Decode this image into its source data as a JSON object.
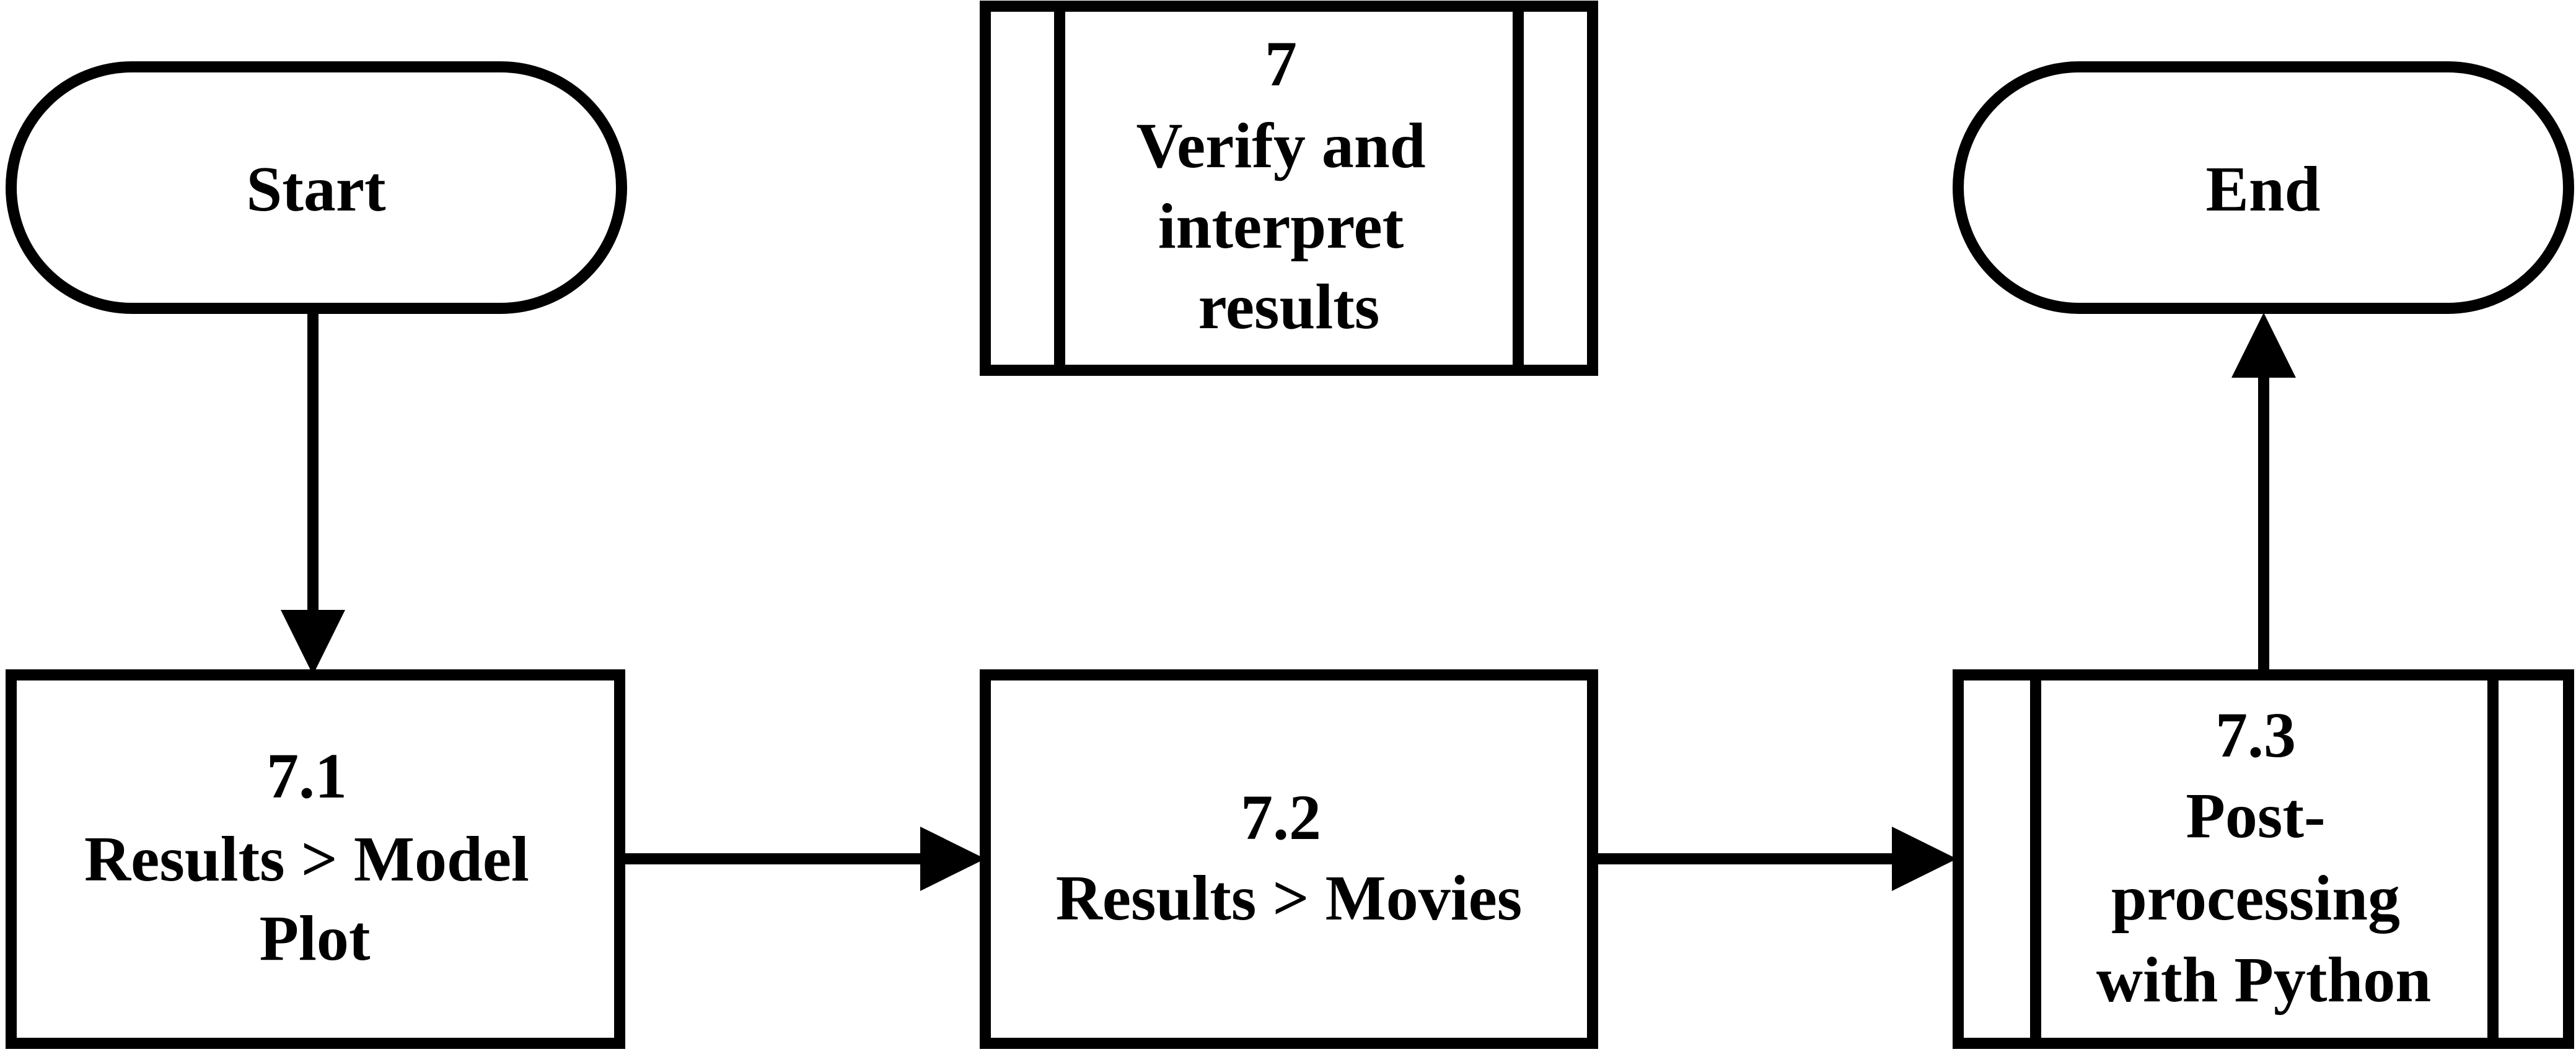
{
  "nodes": {
    "start": {
      "lines": [
        "Start"
      ]
    },
    "end": {
      "lines": [
        "End"
      ]
    },
    "step_7": {
      "lines": [
        "7",
        "Verify and",
        "interpret",
        "results"
      ]
    },
    "step_7_1": {
      "lines": [
        "7.1",
        "Results > Model",
        "Plot"
      ]
    },
    "step_7_2": {
      "lines": [
        "7.2",
        "Results > Movies"
      ]
    },
    "step_7_3": {
      "lines": [
        "7.3",
        "Post-",
        "processing",
        "with Python"
      ]
    }
  },
  "edges": [
    {
      "from": "start",
      "to": "step_7_1"
    },
    {
      "from": "step_7_1",
      "to": "step_7_2"
    },
    {
      "from": "step_7_2",
      "to": "step_7_3"
    },
    {
      "from": "step_7_3",
      "to": "end"
    }
  ]
}
